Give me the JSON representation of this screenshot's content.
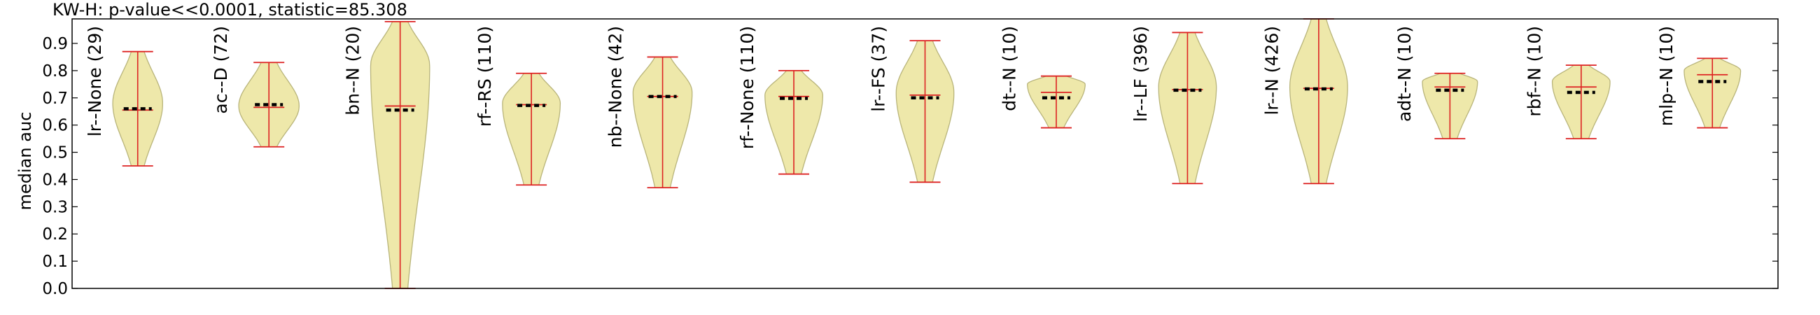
{
  "chart_data": {
    "type": "violin",
    "title": "KW-H: p-value<<0.0001, statistic=85.308",
    "xlabel": "",
    "ylabel": "median auc",
    "ylim": [
      0.0,
      0.99
    ],
    "yticks": [
      "0.0",
      "0.1",
      "0.2",
      "0.3",
      "0.4",
      "0.5",
      "0.6",
      "0.7",
      "0.8",
      "0.9"
    ],
    "grid": false,
    "colors": {
      "violin_fill": "#eee8aa",
      "violin_edge": "#b8b47a",
      "whisker": "#dd2222",
      "mean_line": "#dd2222",
      "median_dash": "#000000"
    },
    "groups": [
      {
        "label": "lr--None (29)",
        "min": 0.45,
        "max": 0.87,
        "mean": 0.655,
        "median": 0.66,
        "bulge": 0.68,
        "width": 0.38
      },
      {
        "label": "ac--D (72)",
        "min": 0.52,
        "max": 0.83,
        "mean": 0.665,
        "median": 0.675,
        "bulge": 0.67,
        "width": 0.46
      },
      {
        "label": "bn--N (20)",
        "min": 0.0,
        "max": 0.98,
        "mean": 0.67,
        "median": 0.655,
        "bulge": 0.82,
        "width": 0.45
      },
      {
        "label": "rf--RS (110)",
        "min": 0.38,
        "max": 0.79,
        "mean": 0.675,
        "median": 0.672,
        "bulge": 0.68,
        "width": 0.44
      },
      {
        "label": "nb--None (42)",
        "min": 0.37,
        "max": 0.85,
        "mean": 0.705,
        "median": 0.705,
        "bulge": 0.72,
        "width": 0.45
      },
      {
        "label": "rf--None (110)",
        "min": 0.42,
        "max": 0.8,
        "mean": 0.705,
        "median": 0.698,
        "bulge": 0.71,
        "width": 0.44
      },
      {
        "label": "lr--FS (37)",
        "min": 0.39,
        "max": 0.91,
        "mean": 0.71,
        "median": 0.7,
        "bulge": 0.72,
        "width": 0.44
      },
      {
        "label": "dt--N (10)",
        "min": 0.59,
        "max": 0.78,
        "mean": 0.72,
        "median": 0.7,
        "bulge": 0.75,
        "width": 0.44
      },
      {
        "label": "lr--LF (396)",
        "min": 0.385,
        "max": 0.94,
        "mean": 0.73,
        "median": 0.728,
        "bulge": 0.74,
        "width": 0.44
      },
      {
        "label": "lr--N (426)",
        "min": 0.385,
        "max": 0.99,
        "mean": 0.735,
        "median": 0.733,
        "bulge": 0.74,
        "width": 0.44
      },
      {
        "label": "adt--N (10)",
        "min": 0.55,
        "max": 0.79,
        "mean": 0.74,
        "median": 0.728,
        "bulge": 0.76,
        "width": 0.42
      },
      {
        "label": "rbf--N (10)",
        "min": 0.55,
        "max": 0.82,
        "mean": 0.74,
        "median": 0.72,
        "bulge": 0.76,
        "width": 0.44
      },
      {
        "label": "mlp--N (10)",
        "min": 0.59,
        "max": 0.845,
        "mean": 0.785,
        "median": 0.76,
        "bulge": 0.8,
        "width": 0.43
      }
    ]
  }
}
